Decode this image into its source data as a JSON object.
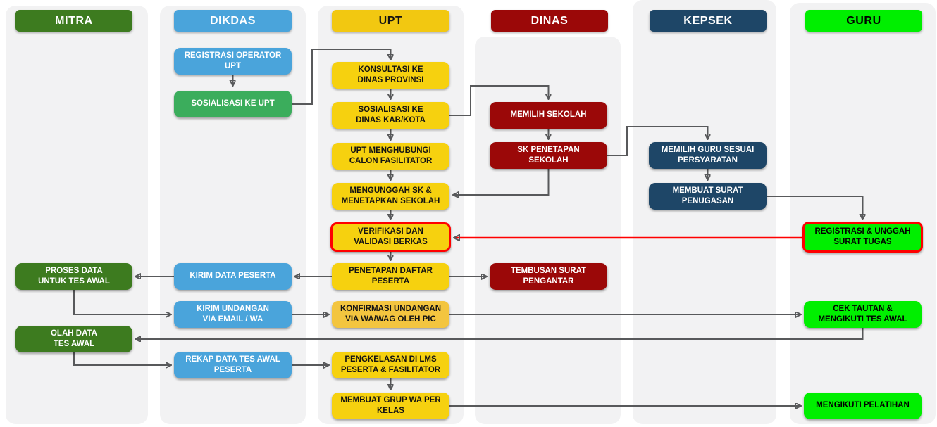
{
  "diagram_type": "swimlane-flowchart",
  "colors": {
    "lane_bg": "#f2f2f3",
    "dark_green": "#3D7B1F",
    "medium_green": "#3BAD5C",
    "blue": "#4AA4DB",
    "yellow": "#F6D10F",
    "gold_header": "#F2C811",
    "amber": "#F3C53F",
    "dark_red": "#9B0808",
    "navy": "#1E4667",
    "bright_green": "#00EF00",
    "highlight_border": "#FF0000",
    "arrow": "#58595B"
  },
  "lanes": {
    "mitra": {
      "label": "MITRA"
    },
    "dikdas": {
      "label": "DIKDAS"
    },
    "upt": {
      "label": "UPT"
    },
    "dinas": {
      "label": "DINAS"
    },
    "kepsek": {
      "label": "KEPSEK"
    },
    "guru": {
      "label": "GURU"
    }
  },
  "boxes": {
    "proses_data_tes_awal": {
      "lane": "mitra",
      "label": "PROSES DATA\nUNTUK TES AWAL",
      "color": "#3D7B1F"
    },
    "olah_data_tes_awal": {
      "lane": "mitra",
      "label": "OLAH DATA\nTES AWAL",
      "color": "#3D7B1F"
    },
    "registrasi_operator_upt": {
      "lane": "dikdas",
      "label": "REGISTRASI OPERATOR\nUPT",
      "color": "#4AA4DB"
    },
    "sosialisasi_ke_upt": {
      "lane": "dikdas",
      "label": "SOSIALISASI KE UPT",
      "color": "#3BAD5C"
    },
    "kirim_data_peserta": {
      "lane": "dikdas",
      "label": "KIRIM DATA PESERTA",
      "color": "#4AA4DB"
    },
    "kirim_undangan": {
      "lane": "dikdas",
      "label": "KIRIM UNDANGAN\nVIA EMAIL / WA",
      "color": "#4AA4DB"
    },
    "rekap_data_tes_awal": {
      "lane": "dikdas",
      "label": "REKAP DATA TES AWAL\nPESERTA",
      "color": "#4AA4DB"
    },
    "konsultasi_dinas_provinsi": {
      "lane": "upt",
      "label": "KONSULTASI KE\nDINAS PROVINSI",
      "color": "#F6D10F"
    },
    "sosialisasi_dinas_kabkota": {
      "lane": "upt",
      "label": "SOSIALISASI KE\nDINAS KAB/KOTA",
      "color": "#F6D10F"
    },
    "upt_menghubungi_fasilitator": {
      "lane": "upt",
      "label": "UPT MENGHUBUNGI\nCALON FASILITATOR",
      "color": "#F6D10F"
    },
    "mengunggah_sk": {
      "lane": "upt",
      "label": "MENGUNGGAH SK &\nMENETAPKAN SEKOLAH",
      "color": "#F6D10F"
    },
    "verifikasi_validasi": {
      "lane": "upt",
      "label": "VERIFIKASI DAN\nVALIDASI BERKAS",
      "color": "#F6D10F",
      "highlighted": true
    },
    "penetapan_daftar_peserta": {
      "lane": "upt",
      "label": "PENETAPAN DAFTAR\nPESERTA",
      "color": "#F6D10F"
    },
    "konfirmasi_undangan": {
      "lane": "upt",
      "label": "KONFIRMASI UNDANGAN\nVIA WA/WAG OLEH PIC",
      "color": "#F3C53F"
    },
    "pengkelasan_lms": {
      "lane": "upt",
      "label": "PENGKELASAN DI LMS\nPESERTA & FASILITATOR",
      "color": "#F6D10F"
    },
    "membuat_grup_wa": {
      "lane": "upt",
      "label": "MEMBUAT GRUP WA PER\nKELAS",
      "color": "#F6D10F"
    },
    "memilih_sekolah": {
      "lane": "dinas",
      "label": "MEMILIH SEKOLAH",
      "color": "#9B0808"
    },
    "sk_penetapan_sekolah": {
      "lane": "dinas",
      "label": "SK PENETAPAN\nSEKOLAH",
      "color": "#9B0808"
    },
    "tembusan_surat_pengantar": {
      "lane": "dinas",
      "label": "TEMBUSAN SURAT\nPENGANTAR",
      "color": "#9B0808"
    },
    "memilih_guru": {
      "lane": "kepsek",
      "label": "MEMILIH GURU SESUAI\nPERSYARATAN",
      "color": "#1E4667"
    },
    "membuat_surat_penugasan": {
      "lane": "kepsek",
      "label": "MEMBUAT SURAT\nPENUGASAN",
      "color": "#1E4667"
    },
    "registrasi_unggah_surat": {
      "lane": "guru",
      "label": "REGISTRASI & UNGGAH\nSURAT TUGAS",
      "color": "#00EF00",
      "highlighted": true
    },
    "cek_tautan_tes_awal": {
      "lane": "guru",
      "label": "CEK TAUTAN &\nMENGIKUTI TES AWAL",
      "color": "#00EF00"
    },
    "mengikuti_pelatihan": {
      "lane": "guru",
      "label": "MENGIKUTI PELATIHAN",
      "color": "#00EF00"
    }
  },
  "edges": [
    {
      "from": "registrasi_operator_upt",
      "to": "sosialisasi_ke_upt",
      "color": "gray"
    },
    {
      "from": "sosialisasi_ke_upt",
      "to": "konsultasi_dinas_provinsi",
      "color": "gray"
    },
    {
      "from": "konsultasi_dinas_provinsi",
      "to": "sosialisasi_dinas_kabkota",
      "color": "gray"
    },
    {
      "from": "sosialisasi_dinas_kabkota",
      "to": "memilih_sekolah",
      "color": "gray"
    },
    {
      "from": "sosialisasi_dinas_kabkota",
      "to": "upt_menghubungi_fasilitator",
      "color": "gray"
    },
    {
      "from": "memilih_sekolah",
      "to": "sk_penetapan_sekolah",
      "color": "gray"
    },
    {
      "from": "sk_penetapan_sekolah",
      "to": "mengunggah_sk",
      "color": "gray"
    },
    {
      "from": "sk_penetapan_sekolah",
      "to": "memilih_guru",
      "color": "gray"
    },
    {
      "from": "upt_menghubungi_fasilitator",
      "to": "mengunggah_sk",
      "color": "gray"
    },
    {
      "from": "mengunggah_sk",
      "to": "verifikasi_validasi",
      "color": "gray"
    },
    {
      "from": "verifikasi_validasi",
      "to": "penetapan_daftar_peserta",
      "color": "gray"
    },
    {
      "from": "memilih_guru",
      "to": "membuat_surat_penugasan",
      "color": "gray"
    },
    {
      "from": "membuat_surat_penugasan",
      "to": "registrasi_unggah_surat",
      "color": "gray"
    },
    {
      "from": "registrasi_unggah_surat",
      "to": "verifikasi_validasi",
      "color": "red"
    },
    {
      "from": "penetapan_daftar_peserta",
      "to": "tembusan_surat_pengantar",
      "color": "gray"
    },
    {
      "from": "penetapan_daftar_peserta",
      "to": "kirim_data_peserta",
      "color": "gray"
    },
    {
      "from": "kirim_data_peserta",
      "to": "proses_data_tes_awal",
      "color": "gray"
    },
    {
      "from": "proses_data_tes_awal",
      "to": "kirim_undangan",
      "color": "gray"
    },
    {
      "from": "kirim_undangan",
      "to": "konfirmasi_undangan",
      "color": "gray"
    },
    {
      "from": "konfirmasi_undangan",
      "to": "cek_tautan_tes_awal",
      "color": "gray"
    },
    {
      "from": "cek_tautan_tes_awal",
      "to": "olah_data_tes_awal",
      "color": "gray"
    },
    {
      "from": "olah_data_tes_awal",
      "to": "rekap_data_tes_awal",
      "color": "gray"
    },
    {
      "from": "rekap_data_tes_awal",
      "to": "pengkelasan_lms",
      "color": "gray"
    },
    {
      "from": "pengkelasan_lms",
      "to": "membuat_grup_wa",
      "color": "gray"
    },
    {
      "from": "membuat_grup_wa",
      "to": "mengikuti_pelatihan",
      "color": "gray"
    }
  ]
}
